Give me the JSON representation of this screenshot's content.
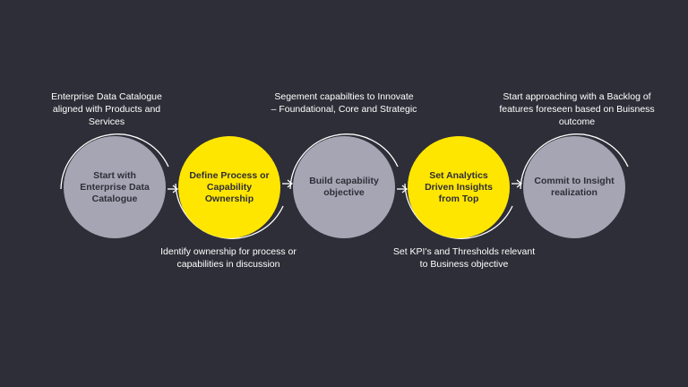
{
  "colors": {
    "background": "#2e2e38",
    "grey_node": "#a6a5b3",
    "yellow_node": "#ffe600",
    "text_light": "#ffffff",
    "text_dark": "#2e2e38"
  },
  "steps": [
    {
      "label": "Start with Enterprise Data Catalogue",
      "color": "grey",
      "note": "Enterprise Data Catalogue aligned with Products and Services"
    },
    {
      "label": "Define Process or Capability Ownership",
      "color": "yellow",
      "note": "Identify ownership for process or capabilities in discussion"
    },
    {
      "label": "Build capability objective",
      "color": "grey",
      "note": "Segement capabilties to Innovate – Foundational, Core and Strategic"
    },
    {
      "label": "Set Analytics Driven Insights from Top",
      "color": "yellow",
      "note": "Set KPI's and Thresholds relevant to Business objective"
    },
    {
      "label": "Commit to Insight realization",
      "color": "grey",
      "note": "Start approaching with a Backlog of features foreseen based on Buisness outcome"
    }
  ]
}
